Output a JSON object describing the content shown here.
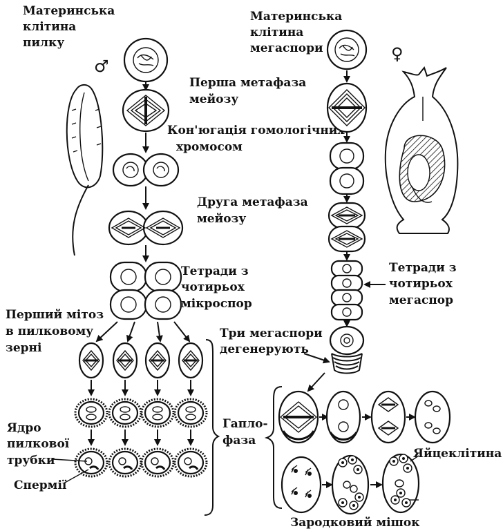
{
  "symbols": {
    "male": "♂",
    "female": "♀"
  },
  "labels": {
    "pollen_mother_cell": [
      "Материнська",
      "клітина",
      "пилку"
    ],
    "megaspore_mother_cell": [
      "Материнська",
      "клітина",
      "мегаспори"
    ],
    "first_metaphase": [
      "Перша метафаза",
      "мейозу"
    ],
    "conjugation": [
      "Кон'югація гомологічних",
      "хромосом"
    ],
    "second_metaphase": [
      "Друга метафаза",
      "мейозу"
    ],
    "microspore_tetrads": [
      "Тетради з",
      "чотирьох",
      "мікроспор"
    ],
    "megaspore_tetrads": [
      "Тетради з",
      "чотирьох",
      "мегаспор"
    ],
    "first_mitosis": [
      "Перший мітоз",
      "в пилковому",
      "зерні"
    ],
    "three_degenerate": [
      "Три мегаспори",
      "дегенерують"
    ],
    "tube_nucleus": [
      "Ядро",
      "пилкової",
      "трубки"
    ],
    "sperms": "Спермії",
    "haplophase": [
      "Гапло-",
      "фаза"
    ],
    "egg_cell": "Яйцеклітина",
    "embryo_sac": "Зародковий мішок"
  }
}
